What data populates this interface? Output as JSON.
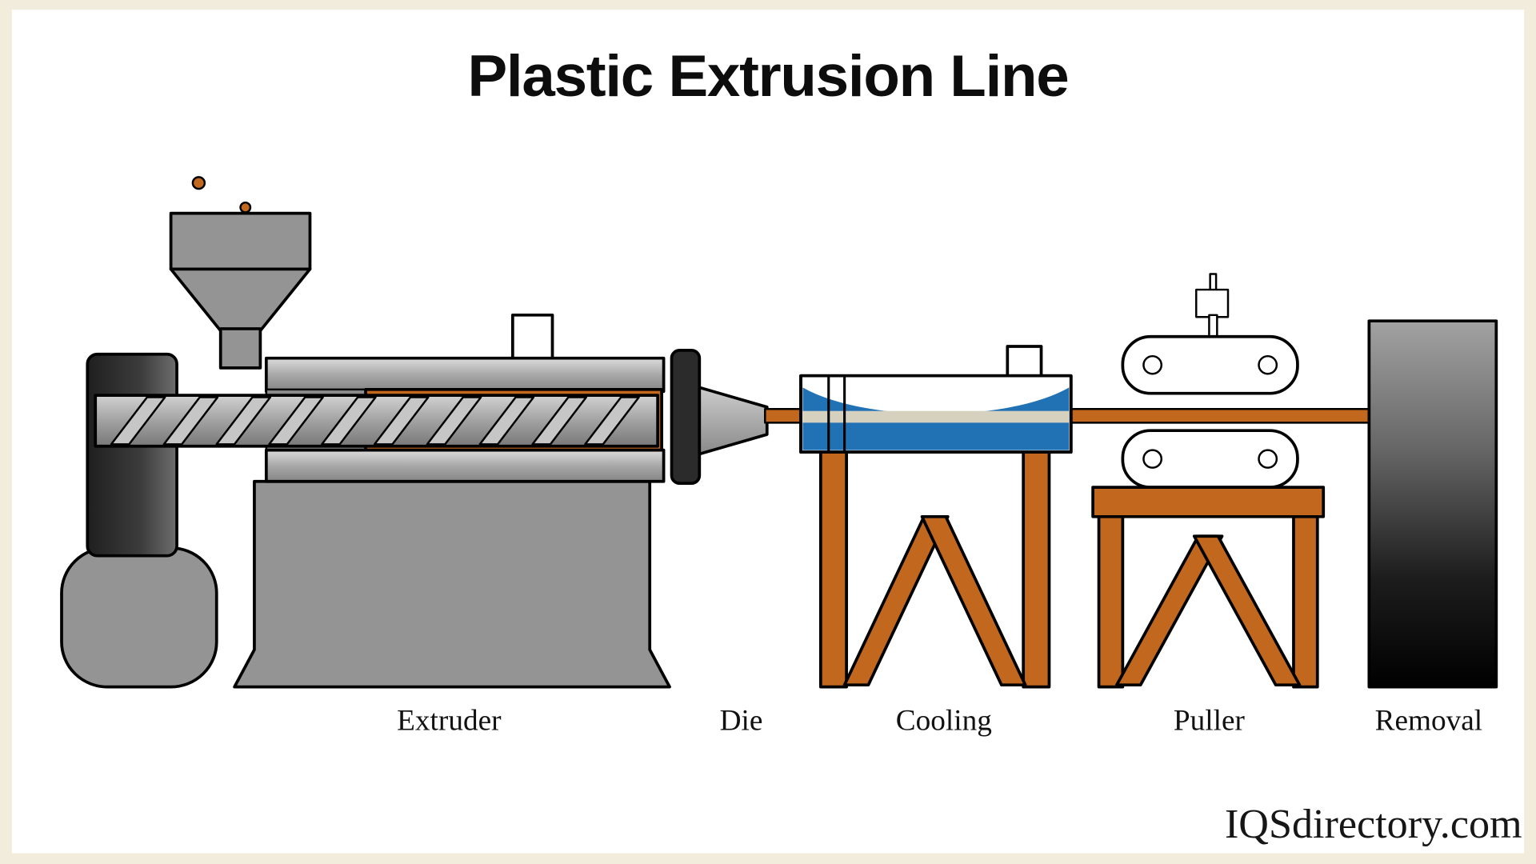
{
  "page": {
    "title": "Plastic Extrusion Line",
    "watermark": "IQSdirectory.com"
  },
  "labels": [
    {
      "id": "extruder",
      "text": "Extruder"
    },
    {
      "id": "die",
      "text": "Die"
    },
    {
      "id": "cooling",
      "text": "Cooling"
    },
    {
      "id": "puller",
      "text": "Puller"
    },
    {
      "id": "removal",
      "text": "Removal"
    }
  ],
  "colors": {
    "accent_orange": "#C2671E",
    "machine_gray": "#949494",
    "dark_gray": "#3a3a3a",
    "water_blue": "#2171B5",
    "frame_beige": "#F2ECDC",
    "canvas_white": "#FFFFFF",
    "outline_black": "#000000"
  }
}
